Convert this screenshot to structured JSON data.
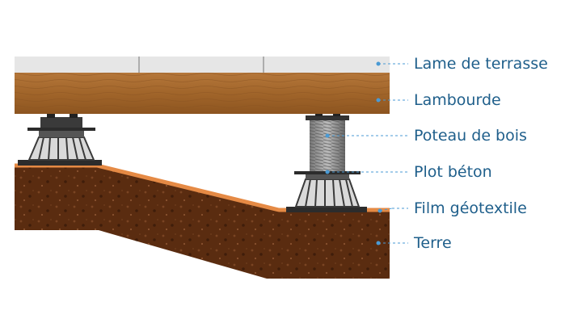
{
  "labels": {
    "decking_board": "Lame de terrasse",
    "joist": "Lambourde",
    "wood_post": "Poteau de bois",
    "pedestal": "Plot béton",
    "geotextile": "Film géotextile",
    "soil": "Terre"
  },
  "colors": {
    "decking": "#e6e6e6",
    "wood": "#a86a2c",
    "soil": "#5a2c10",
    "geotextile": "#e58a45",
    "pedestal": "#4a4a4a",
    "leader": "#4a9ad4"
  }
}
